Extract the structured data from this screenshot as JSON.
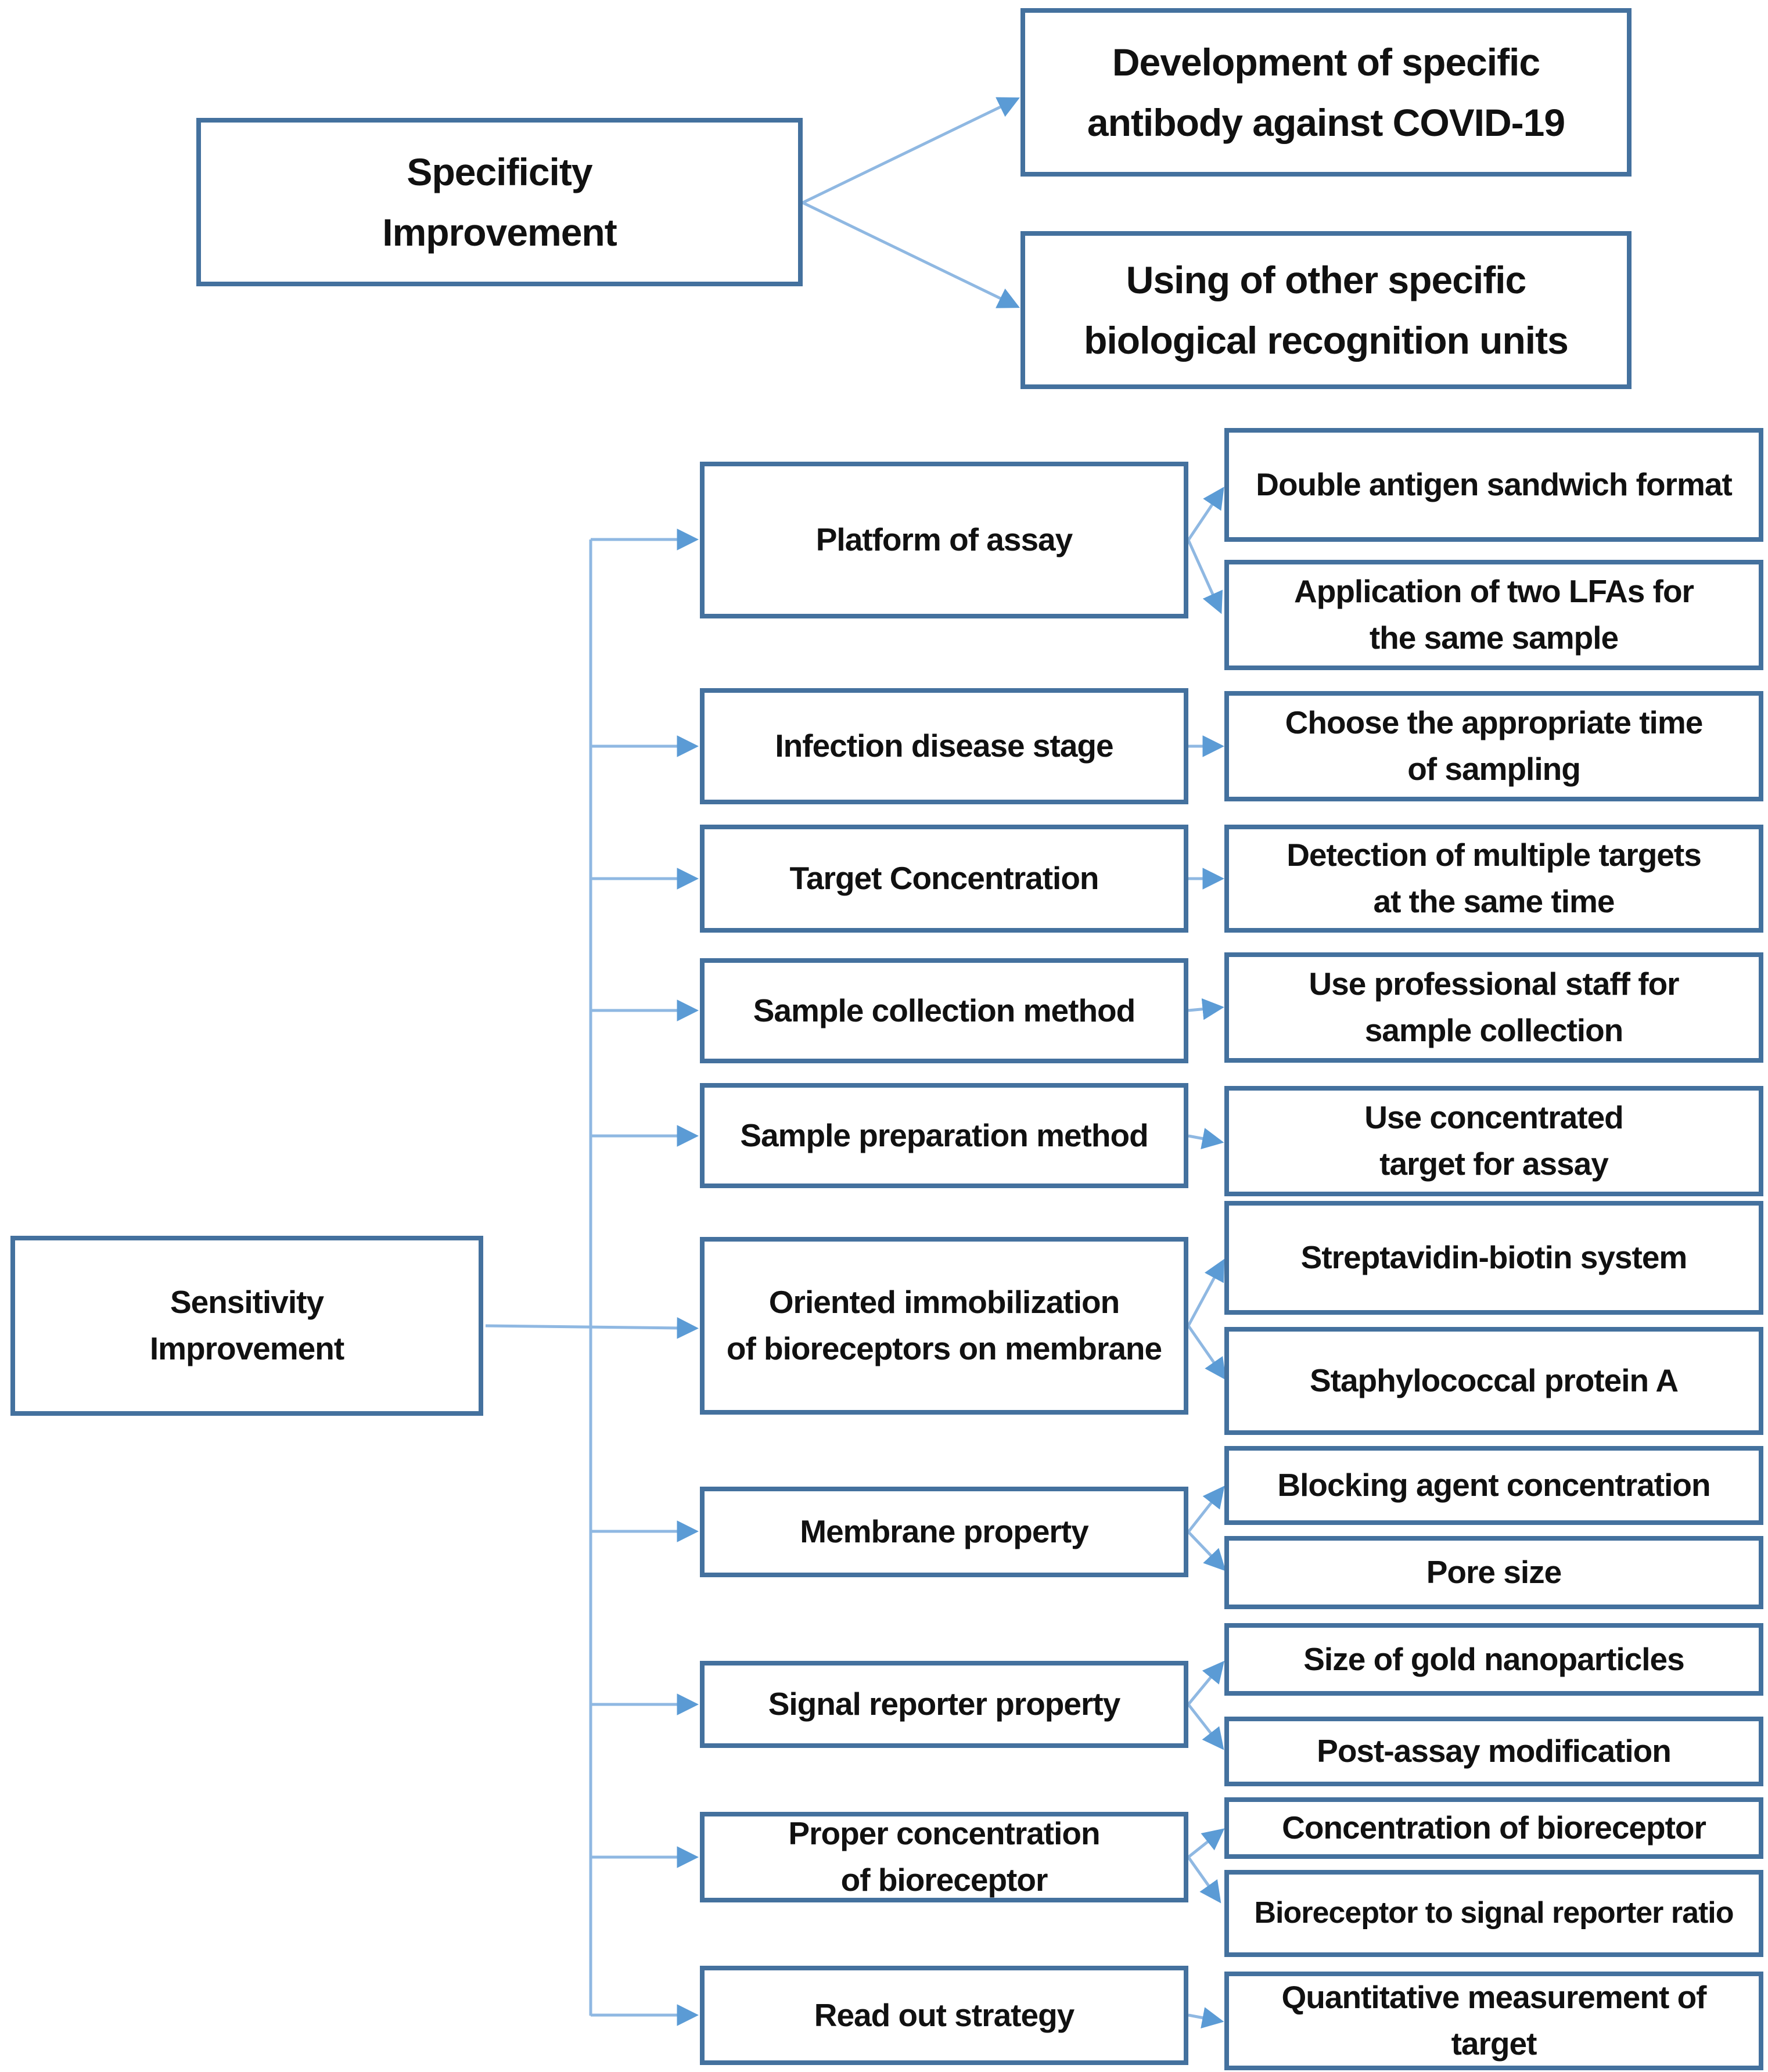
{
  "figure": {
    "type": "flowchart",
    "title_hint": "Strategies to improve LFA performance",
    "specificity": {
      "label": "Specificity\nImprovement",
      "strategies": [
        "Development of specific\nantibody against COVID-19",
        "Using of other specific\nbiological recognition units"
      ]
    },
    "sensitivity": {
      "label": "Sensitivity\nImprovement",
      "factors": [
        {
          "label": "Platform of assay",
          "strategies": [
            "Double antigen sandwich format",
            "Application of two LFAs for\nthe same sample"
          ]
        },
        {
          "label": "Infection disease stage",
          "strategies": [
            "Choose the appropriate time\nof sampling"
          ]
        },
        {
          "label": "Target Concentration",
          "strategies": [
            "Detection of multiple targets\nat the same time"
          ]
        },
        {
          "label": "Sample collection method",
          "strategies": [
            "Use professional staff for\nsample collection"
          ]
        },
        {
          "label": "Sample preparation method",
          "strategies": [
            "Use concentrated\ntarget for assay"
          ]
        },
        {
          "label": "Oriented immobilization\nof bioreceptors on membrane",
          "strategies": [
            "Streptavidin-biotin system",
            "Staphylococcal protein A"
          ]
        },
        {
          "label": "Membrane property",
          "strategies": [
            "Blocking agent concentration",
            "Pore size"
          ]
        },
        {
          "label": "Signal reporter property",
          "strategies": [
            "Size of gold nanoparticles",
            "Post-assay modification"
          ]
        },
        {
          "label": "Proper concentration\nof bioreceptor",
          "strategies": [
            "Concentration of bioreceptor",
            "Bioreceptor to signal reporter ratio"
          ]
        },
        {
          "label": "Read out strategy",
          "strategies": [
            "Quantitative measurement of\ntarget"
          ]
        }
      ]
    },
    "colors": {
      "box_border": "#44719e",
      "connector_line": "#8fb8e2",
      "arrowhead": "#5b9bd5",
      "text": "#111111",
      "background": "#ffffff"
    }
  }
}
